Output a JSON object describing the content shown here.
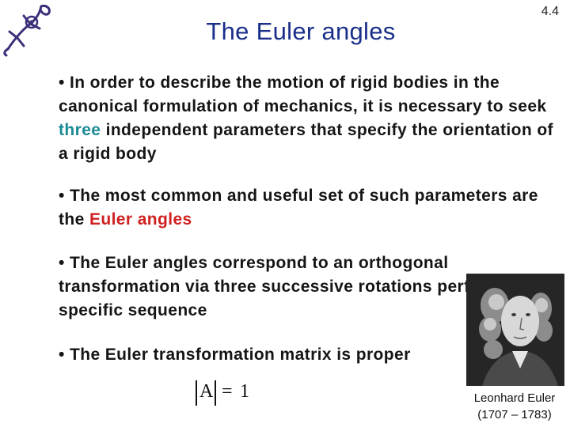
{
  "slide": {
    "number": "4.4",
    "title": "The Euler angles"
  },
  "bullets": [
    {
      "before": "• In order to describe the motion of rigid bodies in the canonical formulation of mechanics, it is necessary to seek ",
      "highlight": "three",
      "after": " independent parameters that specify the orientation of a rigid body"
    },
    {
      "before": "• The most common and useful set of such parameters are the ",
      "highlight": "Euler angles",
      "after": ""
    },
    {
      "text": "• The Euler angles correspond to an orthogonal transformation via three successive rotations performed in a specific sequence"
    },
    {
      "text": "• The Euler transformation matrix is proper"
    }
  ],
  "formula": {
    "matrix_symbol": "A",
    "equals": "=",
    "value": "1"
  },
  "portrait": {
    "caption_name": "Leonhard Euler",
    "caption_years": "(1707 – 1783)"
  },
  "colors": {
    "title": "#1a2f8a",
    "highlight_three": "#1a8a96",
    "highlight_euler": "#d02020"
  }
}
